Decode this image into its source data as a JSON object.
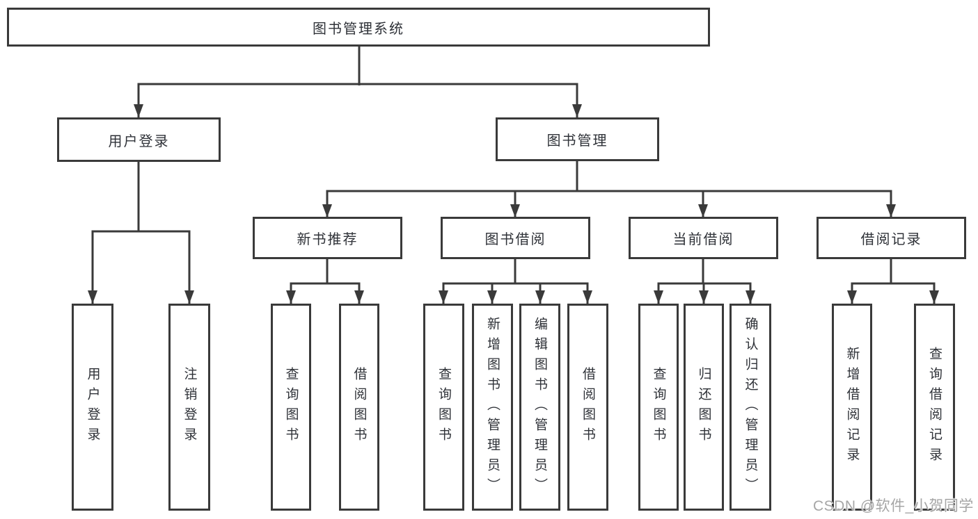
{
  "diagram": {
    "type": "tree",
    "root": {
      "label": "图书管理系统",
      "children": [
        {
          "label": "用户登录",
          "children": [
            {
              "label": "用户登录"
            },
            {
              "label": "注销登录"
            }
          ]
        },
        {
          "label": "图书管理",
          "children": [
            {
              "label": "新书推荐",
              "children": [
                {
                  "label": "查询图书"
                },
                {
                  "label": "借阅图书"
                }
              ]
            },
            {
              "label": "图书借阅",
              "children": [
                {
                  "label": "查询图书"
                },
                {
                  "label": "新增图书（管理员）"
                },
                {
                  "label": "编辑图书（管理员）"
                },
                {
                  "label": "借阅图书"
                }
              ]
            },
            {
              "label": "当前借阅",
              "children": [
                {
                  "label": "查询图书"
                },
                {
                  "label": "归还图书"
                },
                {
                  "label": "确认归还（管理员）"
                }
              ]
            },
            {
              "label": "借阅记录",
              "children": [
                {
                  "label": "新增借阅记录"
                },
                {
                  "label": "查询借阅记录"
                }
              ]
            }
          ]
        }
      ]
    }
  },
  "watermark": {
    "text": "CSDN @软件_小贺同学"
  },
  "colors": {
    "line": "#3a3a3a",
    "node_border": "#3a3a3a",
    "node_text": "#2f3238",
    "background": "#ffffff",
    "watermark": "#a6a6a6"
  }
}
